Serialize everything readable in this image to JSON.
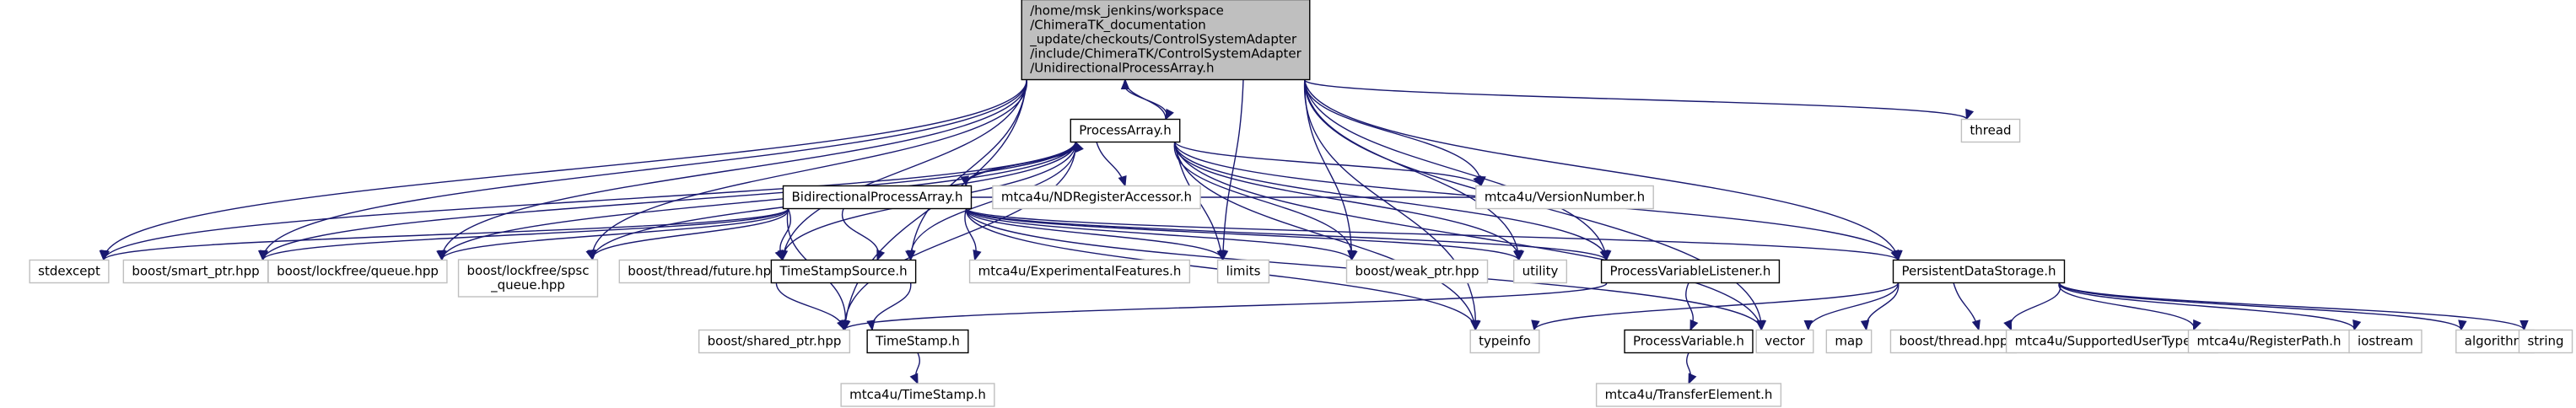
{
  "graph": {
    "edge_color": "#191970",
    "nodes": [
      {
        "id": "root",
        "lines": [
          "/home/msk_jenkins/workspace",
          "/ChimeraTK_documentation",
          "_update/checkouts/ControlSystemAdapter",
          "/include/ChimeraTK/ControlSystemAdapter",
          "/UnidirectionalProcessArray.h"
        ],
        "style": "root"
      },
      {
        "id": "processarray",
        "lines": [
          "ProcessArray.h"
        ],
        "style": "doc"
      },
      {
        "id": "thread",
        "lines": [
          "thread"
        ],
        "style": "sys"
      },
      {
        "id": "bidir",
        "lines": [
          "BidirectionalProcessArray.h"
        ],
        "style": "doc"
      },
      {
        "id": "ndreg",
        "lines": [
          "mtca4u/NDRegisterAccessor.h"
        ],
        "style": "sys"
      },
      {
        "id": "versionnumber",
        "lines": [
          "mtca4u/VersionNumber.h"
        ],
        "style": "sys"
      },
      {
        "id": "stdexcept",
        "lines": [
          "stdexcept"
        ],
        "style": "sys"
      },
      {
        "id": "smartptr",
        "lines": [
          "boost/smart_ptr.hpp"
        ],
        "style": "sys"
      },
      {
        "id": "lfqueue",
        "lines": [
          "boost/lockfree/queue.hpp"
        ],
        "style": "sys"
      },
      {
        "id": "spscqueue",
        "lines": [
          "boost/lockfree/spsc",
          "_queue.hpp"
        ],
        "style": "sys"
      },
      {
        "id": "future",
        "lines": [
          "boost/thread/future.hpp"
        ],
        "style": "sys"
      },
      {
        "id": "timestampsource",
        "lines": [
          "TimeStampSource.h"
        ],
        "style": "doc"
      },
      {
        "id": "expfeatures",
        "lines": [
          "mtca4u/ExperimentalFeatures.h"
        ],
        "style": "sys"
      },
      {
        "id": "limits",
        "lines": [
          "limits"
        ],
        "style": "sys"
      },
      {
        "id": "weakptr",
        "lines": [
          "boost/weak_ptr.hpp"
        ],
        "style": "sys"
      },
      {
        "id": "utility",
        "lines": [
          "utility"
        ],
        "style": "sys"
      },
      {
        "id": "pvlistener",
        "lines": [
          "ProcessVariableListener.h"
        ],
        "style": "doc"
      },
      {
        "id": "persistent",
        "lines": [
          "PersistentDataStorage.h"
        ],
        "style": "doc"
      },
      {
        "id": "sharedptr",
        "lines": [
          "boost/shared_ptr.hpp"
        ],
        "style": "sys"
      },
      {
        "id": "timestamp",
        "lines": [
          "TimeStamp.h"
        ],
        "style": "doc"
      },
      {
        "id": "mtcatimestamp",
        "lines": [
          "mtca4u/TimeStamp.h"
        ],
        "style": "sys"
      },
      {
        "id": "typeinfo",
        "lines": [
          "typeinfo"
        ],
        "style": "sys"
      },
      {
        "id": "processvariable",
        "lines": [
          "ProcessVariable.h"
        ],
        "style": "doc"
      },
      {
        "id": "transfer",
        "lines": [
          "mtca4u/TransferElement.h"
        ],
        "style": "sys"
      },
      {
        "id": "vector",
        "lines": [
          "vector"
        ],
        "style": "sys"
      },
      {
        "id": "map",
        "lines": [
          "map"
        ],
        "style": "sys"
      },
      {
        "id": "threadhpp",
        "lines": [
          "boost/thread.hpp"
        ],
        "style": "sys"
      },
      {
        "id": "supported",
        "lines": [
          "mtca4u/SupportedUserTypes.h"
        ],
        "style": "sys"
      },
      {
        "id": "regpath",
        "lines": [
          "mtca4u/RegisterPath.h"
        ],
        "style": "sys"
      },
      {
        "id": "iostream",
        "lines": [
          "iostream"
        ],
        "style": "sys"
      },
      {
        "id": "algorithm",
        "lines": [
          "algorithm"
        ],
        "style": "sys"
      },
      {
        "id": "string",
        "lines": [
          "string"
        ],
        "style": "sys"
      }
    ],
    "edges": [
      [
        "root",
        "processarray"
      ],
      [
        "root",
        "thread"
      ],
      [
        "root",
        "versionnumber"
      ],
      [
        "root",
        "stdexcept"
      ],
      [
        "root",
        "smartptr"
      ],
      [
        "root",
        "lfqueue"
      ],
      [
        "root",
        "spscqueue"
      ],
      [
        "root",
        "future"
      ],
      [
        "root",
        "timestampsource"
      ],
      [
        "root",
        "limits"
      ],
      [
        "root",
        "weakptr"
      ],
      [
        "root",
        "utility"
      ],
      [
        "root",
        "pvlistener"
      ],
      [
        "root",
        "persistent"
      ],
      [
        "root",
        "sharedptr"
      ],
      [
        "root",
        "typeinfo"
      ],
      [
        "root",
        "vector"
      ],
      [
        "processarray",
        "root"
      ],
      [
        "processarray",
        "bidir"
      ],
      [
        "processarray",
        "ndreg"
      ],
      [
        "processarray",
        "versionnumber"
      ],
      [
        "processarray",
        "stdexcept"
      ],
      [
        "processarray",
        "smartptr"
      ],
      [
        "processarray",
        "lfqueue"
      ],
      [
        "processarray",
        "spscqueue"
      ],
      [
        "processarray",
        "future"
      ],
      [
        "processarray",
        "timestampsource"
      ],
      [
        "processarray",
        "limits"
      ],
      [
        "processarray",
        "weakptr"
      ],
      [
        "processarray",
        "utility"
      ],
      [
        "processarray",
        "pvlistener"
      ],
      [
        "processarray",
        "persistent"
      ],
      [
        "processarray",
        "sharedptr"
      ],
      [
        "processarray",
        "typeinfo"
      ],
      [
        "processarray",
        "vector"
      ],
      [
        "bidir",
        "processarray"
      ],
      [
        "bidir",
        "versionnumber"
      ],
      [
        "bidir",
        "stdexcept"
      ],
      [
        "bidir",
        "smartptr"
      ],
      [
        "bidir",
        "lfqueue"
      ],
      [
        "bidir",
        "spscqueue"
      ],
      [
        "bidir",
        "future"
      ],
      [
        "bidir",
        "timestampsource"
      ],
      [
        "bidir",
        "expfeatures"
      ],
      [
        "bidir",
        "limits"
      ],
      [
        "bidir",
        "weakptr"
      ],
      [
        "bidir",
        "utility"
      ],
      [
        "bidir",
        "pvlistener"
      ],
      [
        "bidir",
        "persistent"
      ],
      [
        "bidir",
        "sharedptr"
      ],
      [
        "bidir",
        "typeinfo"
      ],
      [
        "bidir",
        "vector"
      ],
      [
        "timestampsource",
        "sharedptr"
      ],
      [
        "timestampsource",
        "timestamp"
      ],
      [
        "timestamp",
        "mtcatimestamp"
      ],
      [
        "pvlistener",
        "sharedptr"
      ],
      [
        "pvlistener",
        "processvariable"
      ],
      [
        "processvariable",
        "transfer"
      ],
      [
        "persistent",
        "typeinfo"
      ],
      [
        "persistent",
        "vector"
      ],
      [
        "persistent",
        "map"
      ],
      [
        "persistent",
        "threadhpp"
      ],
      [
        "persistent",
        "supported"
      ],
      [
        "persistent",
        "regpath"
      ],
      [
        "persistent",
        "iostream"
      ],
      [
        "persistent",
        "algorithm"
      ],
      [
        "persistent",
        "string"
      ]
    ]
  }
}
